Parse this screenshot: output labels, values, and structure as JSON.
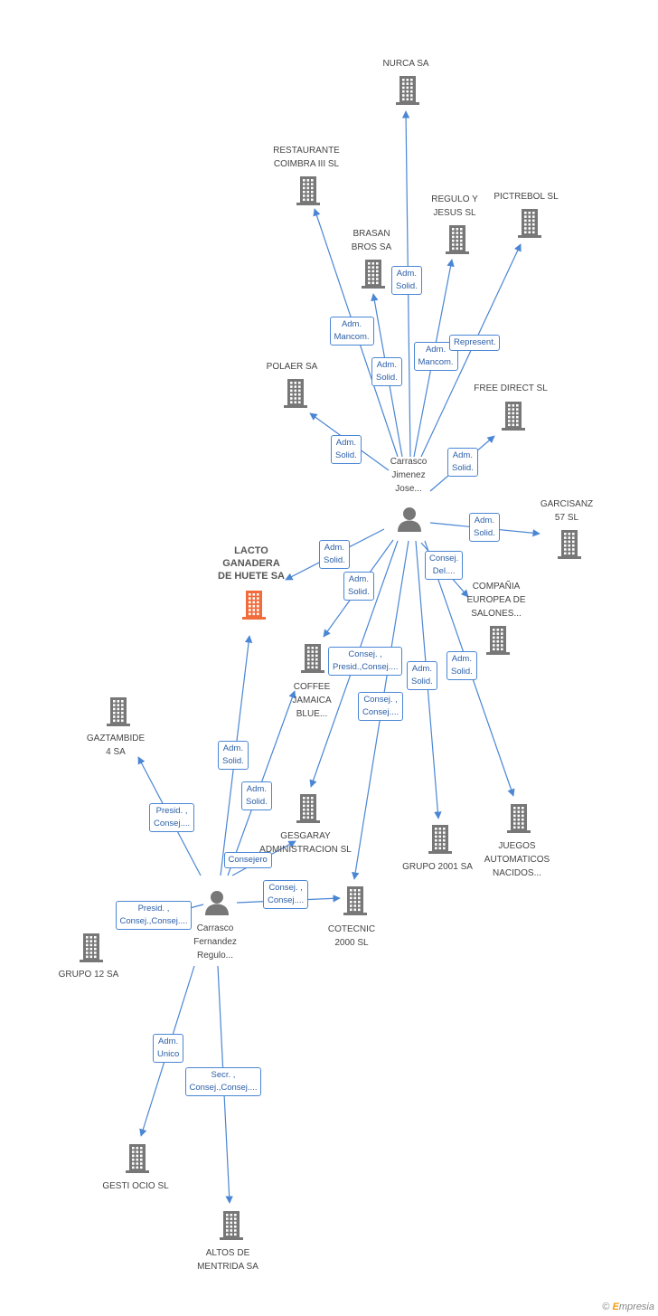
{
  "companies": [
    {
      "id": "nurca",
      "label": [
        "NURCA SA"
      ]
    },
    {
      "id": "restaurante",
      "label": [
        "RESTAURANTE",
        "COIMBRA III SL"
      ]
    },
    {
      "id": "regulo",
      "label": [
        "REGULO Y",
        "JESUS SL"
      ]
    },
    {
      "id": "pictrebol",
      "label": [
        "PICTREBOL SL"
      ]
    },
    {
      "id": "brasan",
      "label": [
        "BRASAN",
        "BROS SA"
      ]
    },
    {
      "id": "polaer",
      "label": [
        "POLAER SA"
      ]
    },
    {
      "id": "freedirect",
      "label": [
        "FREE DIRECT  SL"
      ]
    },
    {
      "id": "garcisanz",
      "label": [
        "GARCISANZ",
        "57 SL"
      ]
    },
    {
      "id": "lacto",
      "label": [
        "LACTO",
        "GANADERA",
        "DE HUETE SA"
      ],
      "focus": true
    },
    {
      "id": "compania",
      "label": [
        "COMPAÑIA",
        "EUROPEA DE",
        "SALONES..."
      ]
    },
    {
      "id": "coffee",
      "label": [
        "COFFEE",
        "JAMAICA",
        "BLUE..."
      ]
    },
    {
      "id": "gaztambide",
      "label": [
        "GAZTAMBIDE",
        "4 SA"
      ]
    },
    {
      "id": "gesgaray",
      "label": [
        "GESGARAY",
        "ADMINISTRACION SL"
      ]
    },
    {
      "id": "grupo2001",
      "label": [
        "GRUPO 2001 SA"
      ]
    },
    {
      "id": "juegos",
      "label": [
        "JUEGOS",
        "AUTOMATICOS",
        "NACIDOS..."
      ]
    },
    {
      "id": "cotecnic",
      "label": [
        "COTECNIC",
        "2000 SL"
      ]
    },
    {
      "id": "grupo12",
      "label": [
        "GRUPO 12 SA"
      ]
    },
    {
      "id": "gestiocio",
      "label": [
        "GESTI OCIO SL"
      ]
    },
    {
      "id": "altos",
      "label": [
        "ALTOS DE",
        "MENTRIDA SA"
      ]
    }
  ],
  "persons": [
    {
      "id": "carrasco_jose",
      "label": [
        "Carrasco",
        "Jimenez",
        "Jose..."
      ]
    },
    {
      "id": "carrasco_regulo",
      "label": [
        "Carrasco",
        "Fernandez",
        "Regulo..."
      ]
    }
  ],
  "relations": [
    {
      "from": "carrasco_jose",
      "to": "nurca",
      "label": [
        "Adm.",
        "Solid."
      ]
    },
    {
      "from": "carrasco_jose",
      "to": "restaurante",
      "label": [
        "Adm.",
        "Mancom."
      ]
    },
    {
      "from": "carrasco_jose",
      "to": "brasan",
      "label": [
        "Adm.",
        "Solid."
      ]
    },
    {
      "from": "carrasco_jose",
      "to": "regulo",
      "label": [
        "Adm.",
        "Mancom."
      ]
    },
    {
      "from": "carrasco_jose",
      "to": "pictrebol",
      "label": [
        "Represent."
      ]
    },
    {
      "from": "carrasco_jose",
      "to": "polaer",
      "label": [
        "Adm.",
        "Solid."
      ]
    },
    {
      "from": "carrasco_jose",
      "to": "freedirect",
      "label": [
        "Adm.",
        "Solid."
      ]
    },
    {
      "from": "carrasco_jose",
      "to": "garcisanz",
      "label": [
        "Adm.",
        "Solid."
      ]
    },
    {
      "from": "carrasco_jose",
      "to": "lacto",
      "label": [
        "Adm.",
        "Solid."
      ]
    },
    {
      "from": "carrasco_jose",
      "to": "compania",
      "label": [
        "Consej.",
        "Del...."
      ]
    },
    {
      "from": "carrasco_jose",
      "to": "coffee",
      "label": [
        "Adm.",
        "Solid."
      ]
    },
    {
      "from": "carrasco_jose",
      "to": "gesgaray",
      "label": [
        "Consej. ,",
        "Presid.,Consej...."
      ]
    },
    {
      "from": "carrasco_jose",
      "to": "cotecnic",
      "label": [
        "Consej. ,",
        "Consej...."
      ]
    },
    {
      "from": "carrasco_jose",
      "to": "grupo2001",
      "label": [
        "Adm.",
        "Solid."
      ]
    },
    {
      "from": "carrasco_jose",
      "to": "juegos",
      "label": [
        "Adm.",
        "Solid."
      ]
    },
    {
      "from": "carrasco_regulo",
      "to": "lacto",
      "label": [
        "Adm.",
        "Solid."
      ]
    },
    {
      "from": "carrasco_regulo",
      "to": "coffee",
      "label": [
        "Adm.",
        "Solid."
      ]
    },
    {
      "from": "carrasco_regulo",
      "to": "gaztambide",
      "label": [
        "Presid. ,",
        "Consej...."
      ]
    },
    {
      "from": "carrasco_regulo",
      "to": "gesgaray",
      "label": [
        "Consejero"
      ]
    },
    {
      "from": "carrasco_regulo",
      "to": "cotecnic",
      "label": [
        "Consej. ,",
        "Consej...."
      ]
    },
    {
      "from": "carrasco_regulo",
      "to": "grupo12",
      "label": [
        "Presid. ,",
        "Consej.,Consej...."
      ]
    },
    {
      "from": "carrasco_regulo",
      "to": "gestiocio",
      "label": [
        "Adm.",
        "Unico"
      ]
    },
    {
      "from": "carrasco_regulo",
      "to": "altos",
      "label": [
        "Secr. ,",
        "Consej.,Consej...."
      ]
    }
  ],
  "colors": {
    "edge": "#4a86d4",
    "company_icon": "#777777",
    "focus_icon": "#f26b3a",
    "person_icon": "#777777",
    "label_text": "#2b5ea7"
  },
  "footer": {
    "copyright": "©",
    "brand_initial": "E",
    "brand_rest": "mpresia"
  }
}
